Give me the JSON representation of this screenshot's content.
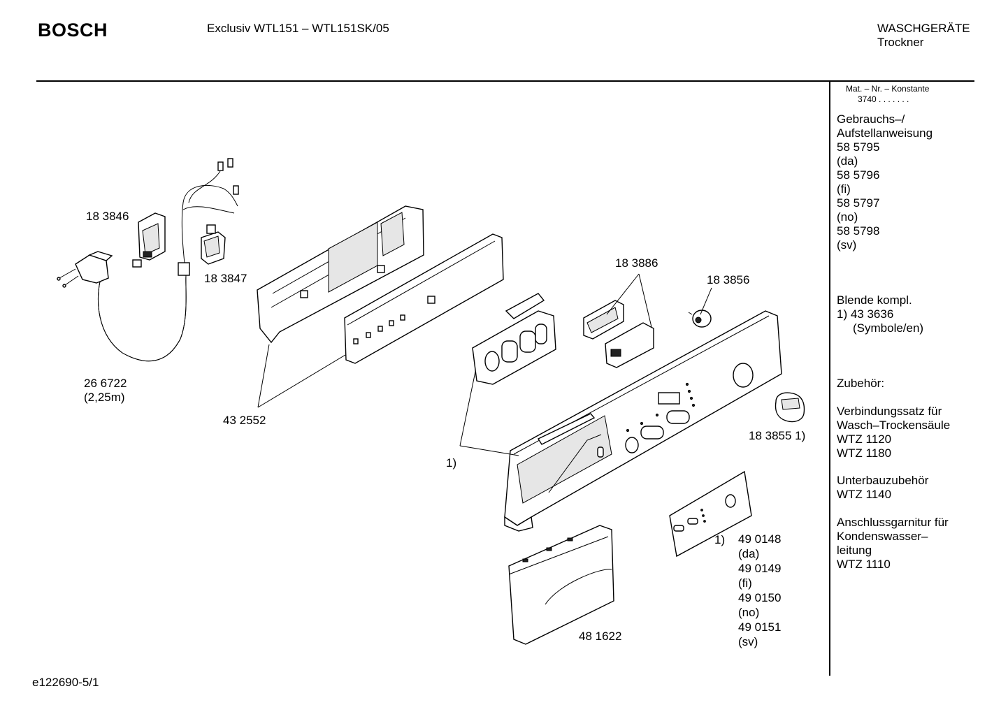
{
  "header": {
    "brand": "BOSCH",
    "model": "Exclusiv WTL151 – WTL151SK/05",
    "category_line1": "WASCHGERÄTE",
    "category_line2": "Trockner"
  },
  "sidebar": {
    "mat_line1": "Mat. – Nr. – Konstante",
    "mat_line2": "3740  .  .  .   .  .  .  .",
    "manual_title_1": "Gebrauchs–/",
    "manual_title_2": "Aufstellanweisung",
    "manuals": [
      "58 5795",
      "(da)",
      "58 5796",
      "(fi)",
      "58 5797",
      "(no)",
      "58 5798",
      "(sv)"
    ],
    "blende_1": "Blende kompl.",
    "blende_2": "1) 43 3636",
    "blende_3": "(Symbole/en)",
    "accessories_title": "Zubehör:",
    "acc1_1": "Verbindungssatz für",
    "acc1_2": "Wasch–Trockensäule",
    "acc1_3": "WTZ 1120",
    "acc1_4": "WTZ 1180",
    "acc2_1": "Unterbauzubehör",
    "acc2_2": "WTZ 1140",
    "acc3_1": "Anschlussgarnitur für",
    "acc3_2": "Kondenswasser–",
    "acc3_3": "leitung",
    "acc3_4": "WTZ 1110"
  },
  "parts": {
    "p183846": "18 3846",
    "p183847": "18 3847",
    "p266722": "26 6722",
    "p266722_len": "(2,25m)",
    "p432552": "43 2552",
    "p183886": "18 3886",
    "p183856": "18 3856",
    "p1": "1)",
    "p183855": "18 3855 1)",
    "p490148_ref": "1)",
    "p490148_list": [
      "49 0148",
      "(da)",
      "49 0149",
      "(fi)",
      "49 0150",
      "(no)",
      "49 0151",
      "(sv)"
    ],
    "p481622": "48 1622"
  },
  "footer": {
    "doc_id": "e122690-5/1"
  }
}
